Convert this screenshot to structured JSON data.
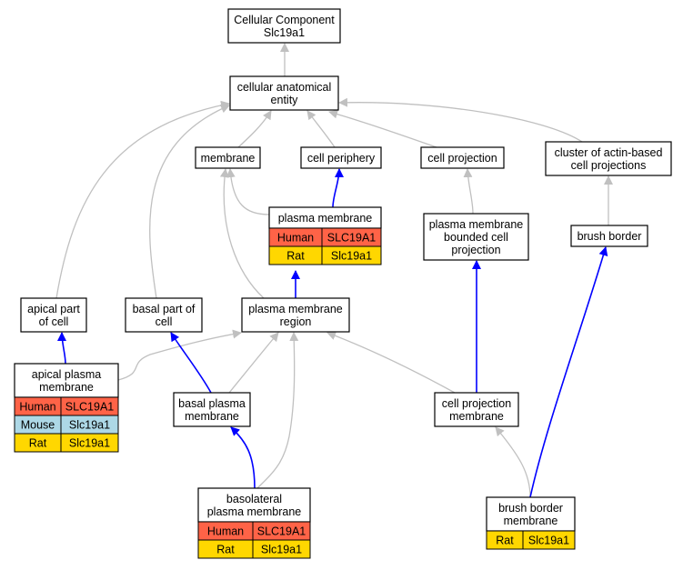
{
  "colors": {
    "human": "#ff6347",
    "mouse": "#add8e6",
    "rat": "#ffd700",
    "edge_is_a": "#c0c0c0",
    "edge_part_of": "#0000ff"
  },
  "nodes": {
    "root": {
      "lines": [
        "Cellular Component",
        "Slc19a1"
      ]
    },
    "cae": {
      "lines": [
        "cellular anatomical",
        "entity"
      ]
    },
    "membrane": {
      "lines": [
        "membrane"
      ]
    },
    "cell_periphery": {
      "lines": [
        "cell periphery"
      ]
    },
    "cell_projection": {
      "lines": [
        "cell projection"
      ]
    },
    "cluster": {
      "lines": [
        "cluster of actin-based",
        "cell projections"
      ]
    },
    "plasma_membrane": {
      "lines": [
        "plasma membrane"
      ]
    },
    "pm_bounded": {
      "lines": [
        "plasma membrane",
        "bounded cell",
        "projection"
      ]
    },
    "brush_border": {
      "lines": [
        "brush border"
      ]
    },
    "apical_part": {
      "lines": [
        "apical part",
        "of cell"
      ]
    },
    "basal_part": {
      "lines": [
        "basal part of",
        "cell"
      ]
    },
    "pm_region": {
      "lines": [
        "plasma membrane",
        "region"
      ]
    },
    "apical_pm": {
      "lines": [
        "apical plasma",
        "membrane"
      ]
    },
    "basal_pm": {
      "lines": [
        "basal plasma",
        "membrane"
      ]
    },
    "cp_membrane": {
      "lines": [
        "cell projection",
        "membrane"
      ]
    },
    "basolateral_pm": {
      "lines": [
        "basolateral",
        "plasma membrane"
      ]
    },
    "bb_membrane": {
      "lines": [
        "brush border",
        "membrane"
      ]
    }
  },
  "gene_tables": {
    "plasma_membrane": [
      {
        "species": "Human",
        "gene": "SLC19A1",
        "color_key": "human"
      },
      {
        "species": "Rat",
        "gene": "Slc19a1",
        "color_key": "rat"
      }
    ],
    "apical_pm": [
      {
        "species": "Human",
        "gene": "SLC19A1",
        "color_key": "human"
      },
      {
        "species": "Mouse",
        "gene": "Slc19a1",
        "color_key": "mouse"
      },
      {
        "species": "Rat",
        "gene": "Slc19a1",
        "color_key": "rat"
      }
    ],
    "basolateral_pm": [
      {
        "species": "Human",
        "gene": "SLC19A1",
        "color_key": "human"
      },
      {
        "species": "Rat",
        "gene": "Slc19a1",
        "color_key": "rat"
      }
    ],
    "bb_membrane": [
      {
        "species": "Rat",
        "gene": "Slc19a1",
        "color_key": "rat"
      }
    ]
  },
  "edges": [
    {
      "from": "cae",
      "to": "root",
      "type": "is_a"
    },
    {
      "from": "membrane",
      "to": "cae",
      "type": "is_a"
    },
    {
      "from": "cell_periphery",
      "to": "cae",
      "type": "is_a"
    },
    {
      "from": "cell_projection",
      "to": "cae",
      "type": "is_a"
    },
    {
      "from": "cluster",
      "to": "cae",
      "type": "is_a"
    },
    {
      "from": "apical_part",
      "to": "cae",
      "type": "is_a"
    },
    {
      "from": "basal_part",
      "to": "cae",
      "type": "is_a"
    },
    {
      "from": "plasma_membrane",
      "to": "membrane",
      "type": "is_a"
    },
    {
      "from": "plasma_membrane",
      "to": "cell_periphery",
      "type": "part_of"
    },
    {
      "from": "pm_bounded",
      "to": "cell_projection",
      "type": "is_a"
    },
    {
      "from": "brush_border",
      "to": "cluster",
      "type": "is_a"
    },
    {
      "from": "pm_region",
      "to": "plasma_membrane",
      "type": "part_of"
    },
    {
      "from": "pm_region",
      "to": "membrane",
      "type": "is_a"
    },
    {
      "from": "apical_pm",
      "to": "apical_part",
      "type": "part_of"
    },
    {
      "from": "apical_pm",
      "to": "pm_region",
      "type": "is_a"
    },
    {
      "from": "basal_pm",
      "to": "basal_part",
      "type": "part_of"
    },
    {
      "from": "basal_pm",
      "to": "pm_region",
      "type": "is_a"
    },
    {
      "from": "cp_membrane",
      "to": "pm_region",
      "type": "is_a"
    },
    {
      "from": "cp_membrane",
      "to": "pm_bounded",
      "type": "part_of"
    },
    {
      "from": "basolateral_pm",
      "to": "basal_pm",
      "type": "part_of"
    },
    {
      "from": "basolateral_pm",
      "to": "pm_region",
      "type": "is_a"
    },
    {
      "from": "bb_membrane",
      "to": "cp_membrane",
      "type": "is_a"
    },
    {
      "from": "bb_membrane",
      "to": "brush_border",
      "type": "part_of"
    }
  ]
}
